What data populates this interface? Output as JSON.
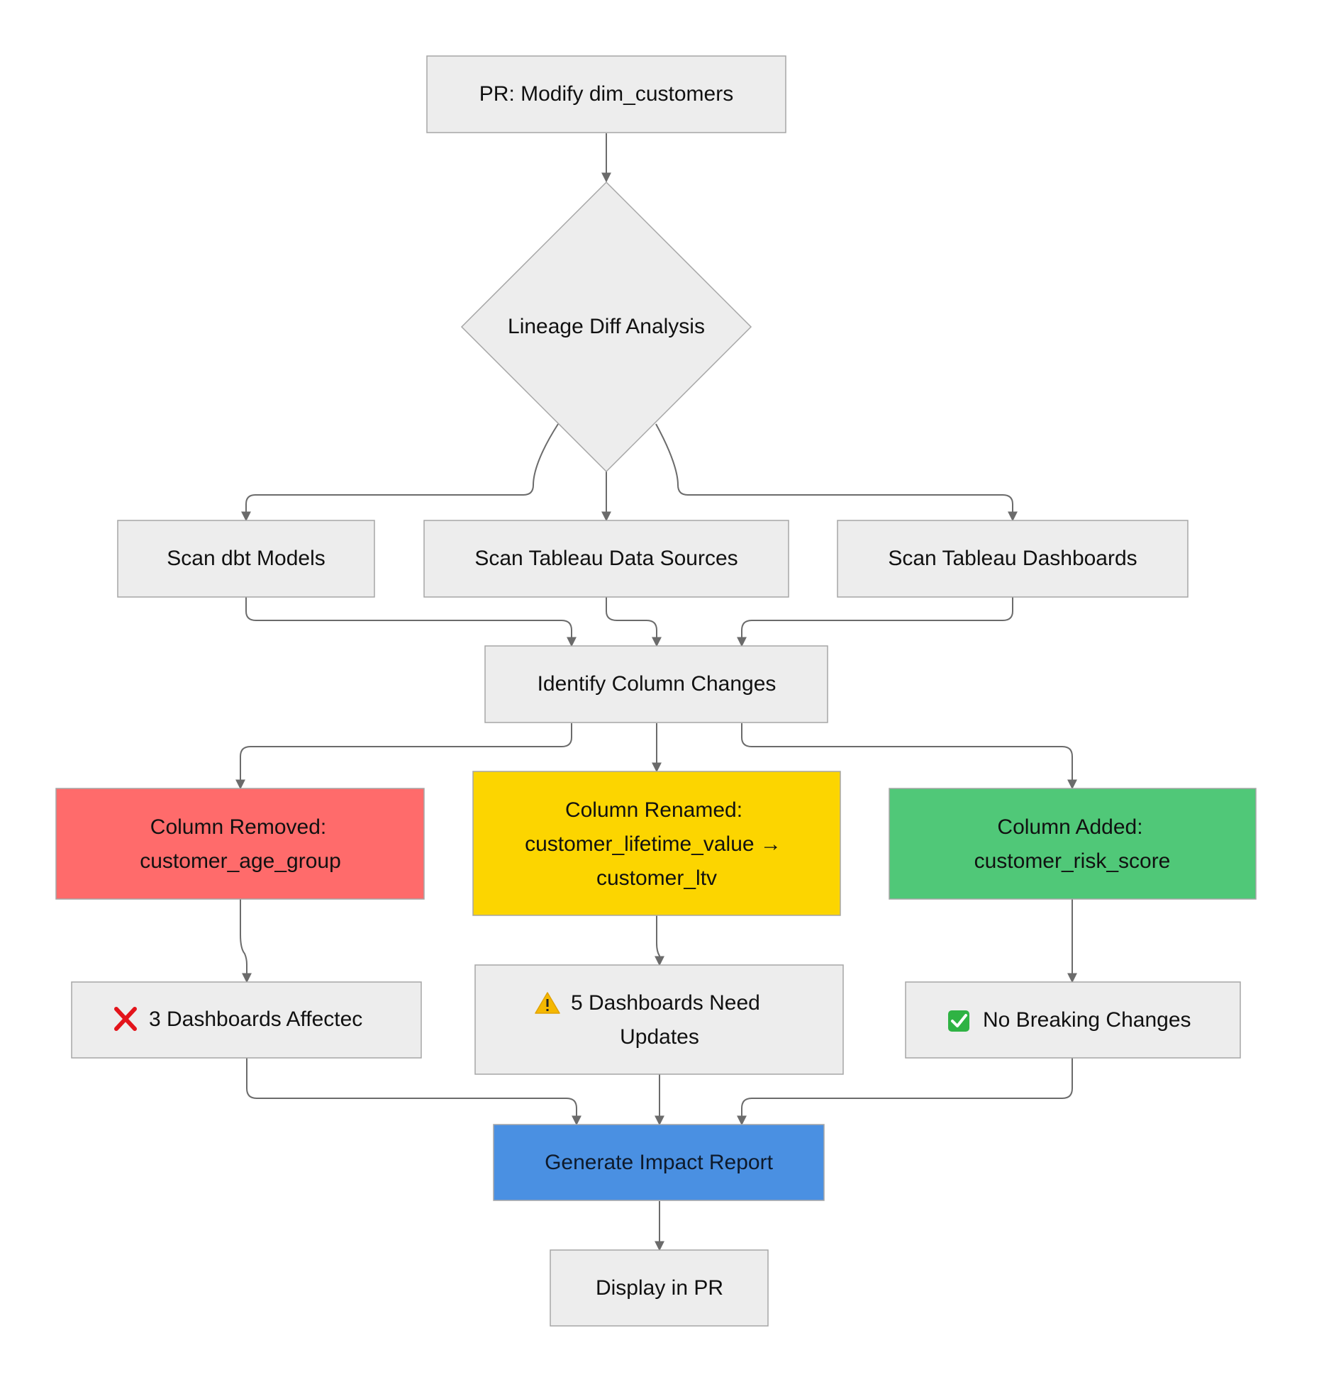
{
  "colors": {
    "default_fill": "#ededed",
    "removed_fill": "#ff6b6b",
    "renamed_fill": "#fcd500",
    "added_fill": "#50c878",
    "report_fill": "#4a90e2",
    "border": "#a6a6a6",
    "edge": "#6b6b6b"
  },
  "nodes": {
    "pr": {
      "lines": [
        "PR: Modify dim_customers"
      ]
    },
    "decision": {
      "lines": [
        "Lineage Diff Analysis"
      ]
    },
    "scan_dbt": {
      "lines": [
        "Scan dbt Models"
      ]
    },
    "scan_sources": {
      "lines": [
        "Scan Tableau Data Sources"
      ]
    },
    "scan_dashboards": {
      "lines": [
        "Scan Tableau Dashboards"
      ]
    },
    "identify": {
      "lines": [
        "Identify Column Changes"
      ]
    },
    "removed": {
      "lines": [
        "Column Removed:",
        "customer_age_group"
      ]
    },
    "renamed": {
      "lines": [
        "Column Renamed:",
        "customer_lifetime_value →",
        "customer_ltv"
      ]
    },
    "added": {
      "lines": [
        "Column Added:",
        "customer_risk_score"
      ]
    },
    "affected": {
      "icon": "cross-mark-icon",
      "lines": [
        "3 Dashboards Affectec"
      ]
    },
    "need_updates": {
      "icon": "warning-icon",
      "lines": [
        "5 Dashboards Need",
        "Updates"
      ]
    },
    "no_breaking": {
      "icon": "check-mark-icon",
      "lines": [
        "No Breaking Changes"
      ]
    },
    "report": {
      "lines": [
        "Generate Impact Report"
      ]
    },
    "display": {
      "lines": [
        "Display in PR"
      ]
    }
  }
}
